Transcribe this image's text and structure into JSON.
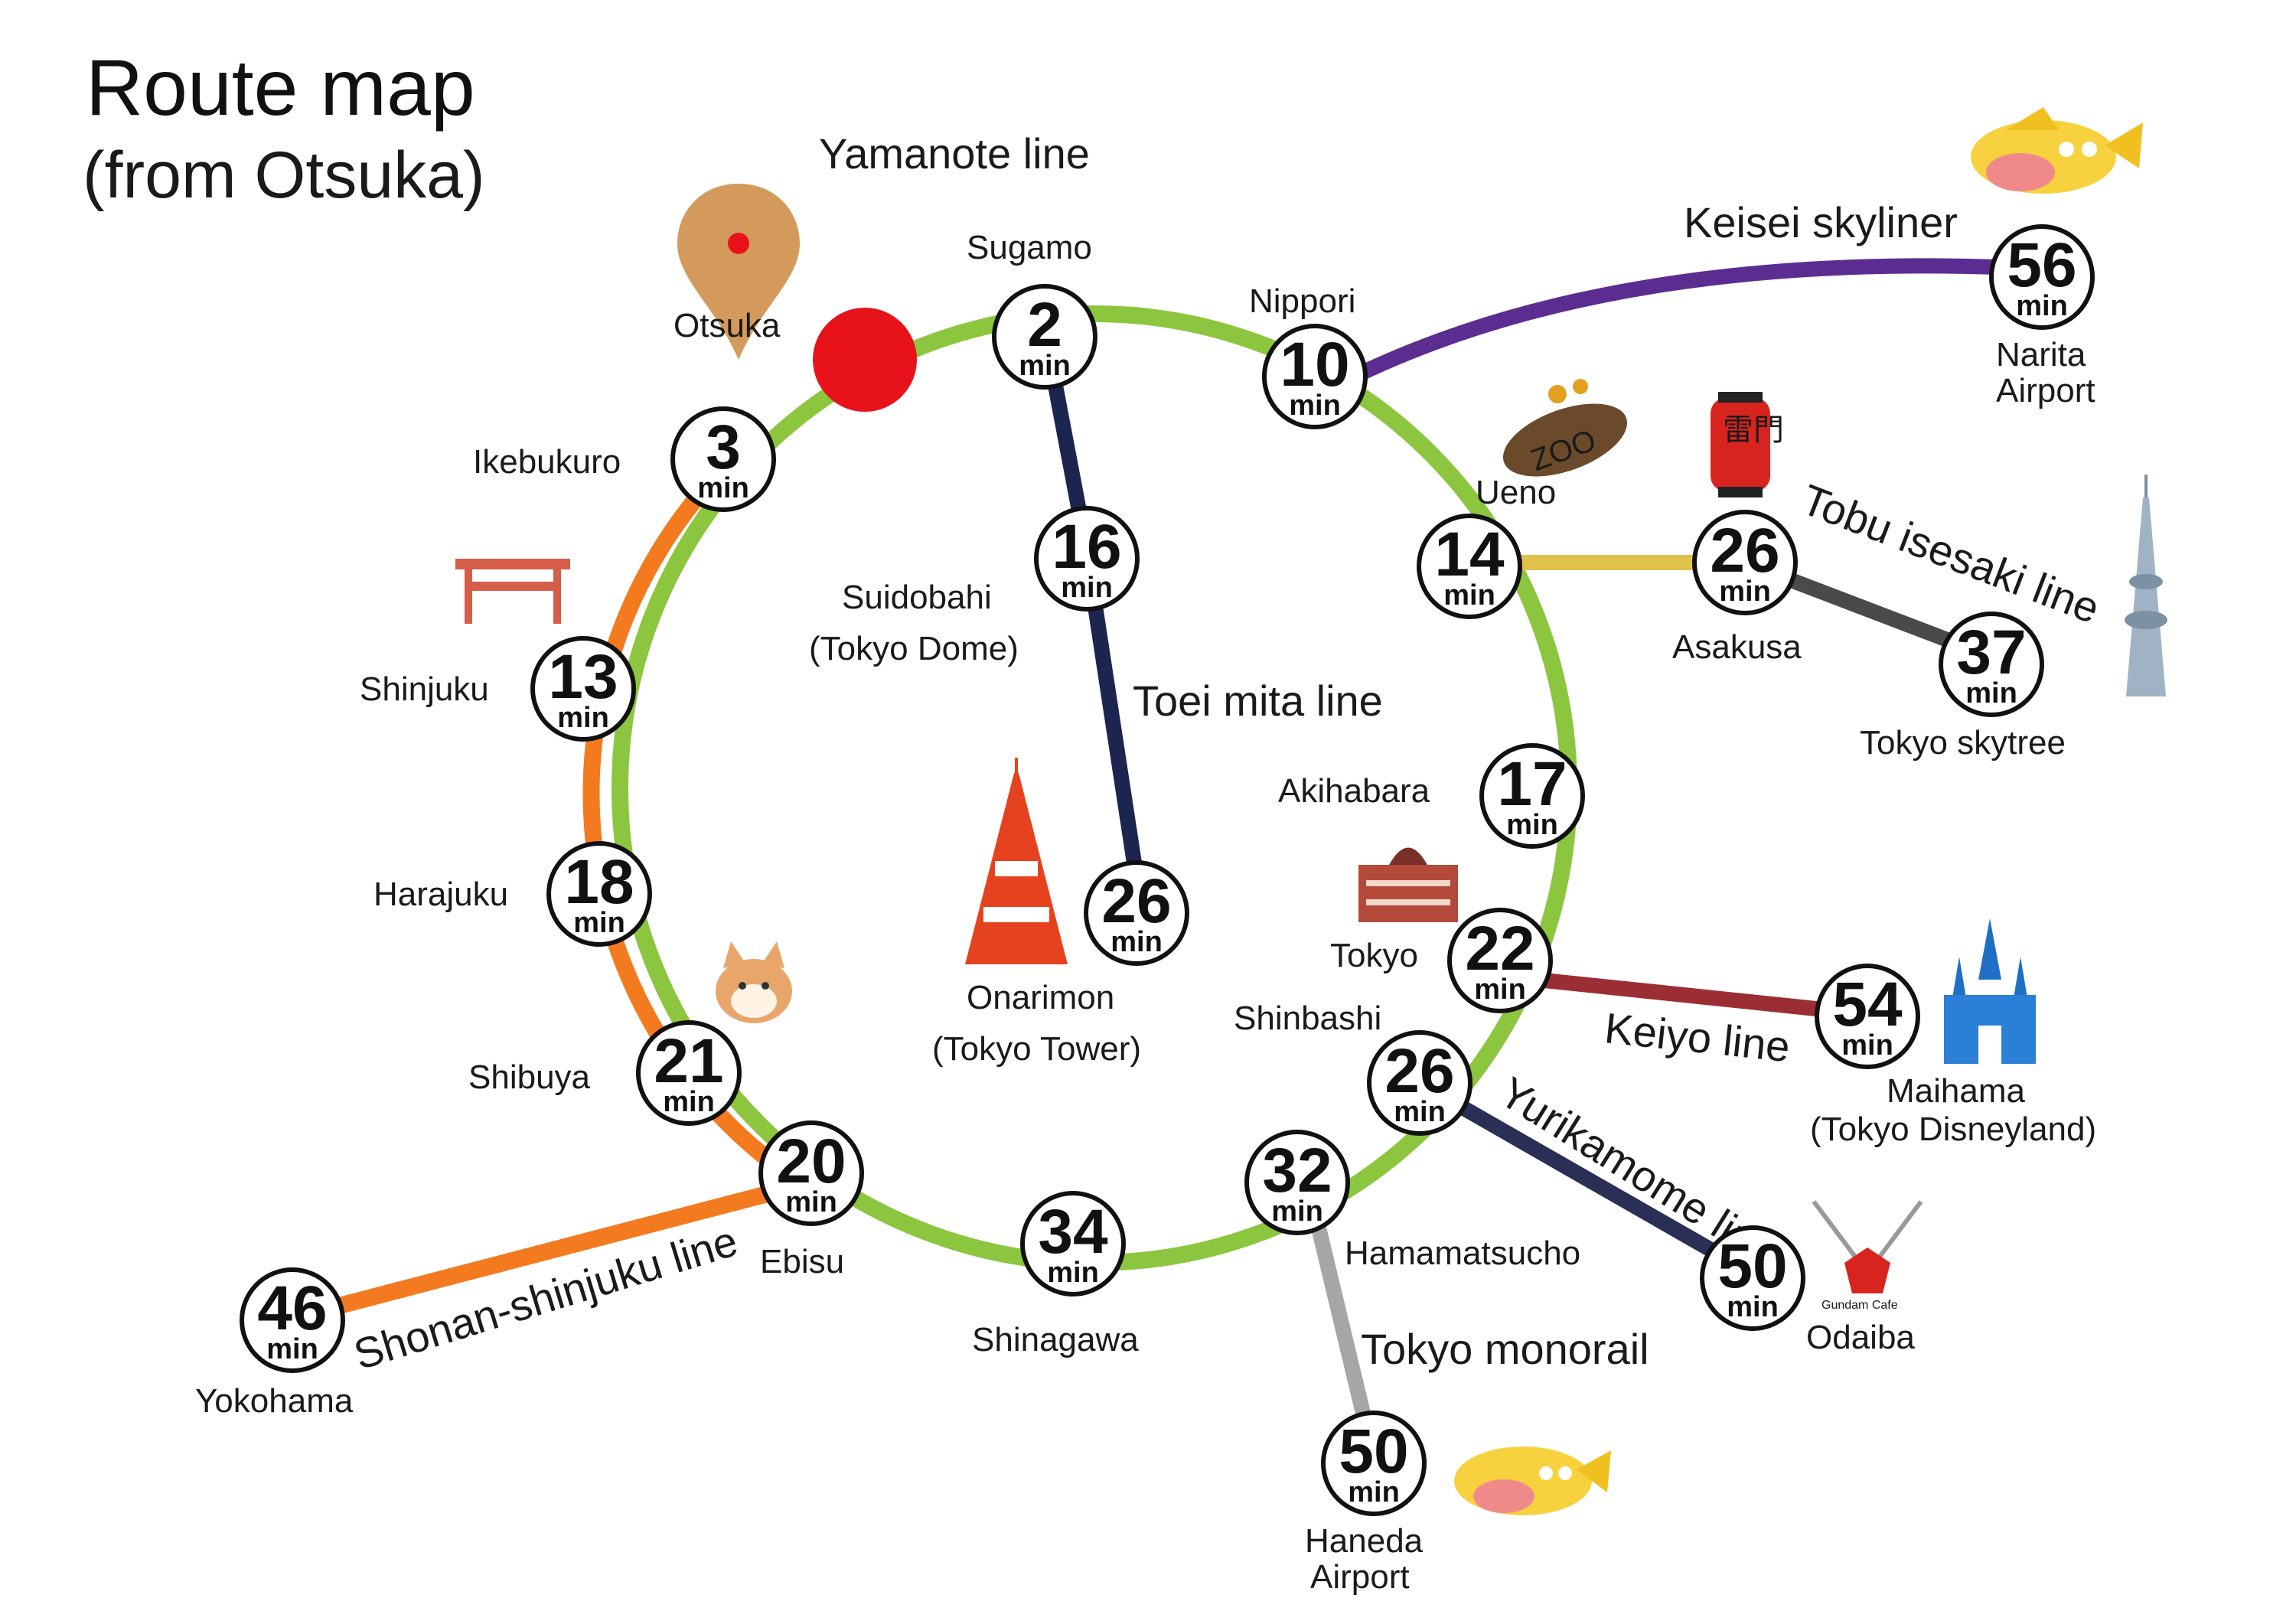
{
  "title": "Route map",
  "subtitle": "(from Otsuka)",
  "colors": {
    "yamanote": "#8cc63f",
    "shonan": "#f47a20",
    "mita": "#1c2450",
    "keisei": "#5c2d91",
    "ginza": "#e0c24a",
    "tobu": "#4a4a4a",
    "keiyo": "#9b2d35",
    "yurikamome": "#2a2f55",
    "monorail": "#a6a6a6",
    "accent_red": "#e8131a"
  },
  "lines": {
    "yamanote": "Yamanote line",
    "keisei": "Keisei skyliner",
    "tobu": "Tobu isesaki line",
    "mita": "Toei mita line",
    "keiyo": "Keiyo line",
    "yurikamome": "Yurikamome line",
    "shonan": "Shonan-shinjuku line",
    "monorail": "Tokyo monorail"
  },
  "origin": {
    "name": "Otsuka"
  },
  "unit": "min",
  "stations": [
    {
      "id": "sugamo",
      "name": "Sugamo",
      "minutes": "2"
    },
    {
      "id": "ikebukuro",
      "name": "Ikebukuro",
      "minutes": "3"
    },
    {
      "id": "nippori",
      "name": "Nippori",
      "minutes": "10"
    },
    {
      "id": "shinjuku",
      "name": "Shinjuku",
      "minutes": "13"
    },
    {
      "id": "ueno",
      "name": "Ueno",
      "minutes": "14"
    },
    {
      "id": "suidobashi",
      "name": "Suidobahi",
      "name2": "(Tokyo Dome)",
      "minutes": "16"
    },
    {
      "id": "akihabara",
      "name": "Akihabara",
      "minutes": "17"
    },
    {
      "id": "harajuku",
      "name": "Harajuku",
      "minutes": "18"
    },
    {
      "id": "ebisu",
      "name": "Ebisu",
      "minutes": "20"
    },
    {
      "id": "shibuya",
      "name": "Shibuya",
      "minutes": "21"
    },
    {
      "id": "tokyo",
      "name": "Tokyo",
      "minutes": "22"
    },
    {
      "id": "asakusa",
      "name": "Asakusa",
      "minutes": "26"
    },
    {
      "id": "onarimon",
      "name": "Onarimon",
      "name2": "(Tokyo Tower)",
      "minutes": "26"
    },
    {
      "id": "shinbashi",
      "name": "Shinbashi",
      "minutes": "26"
    },
    {
      "id": "hamamatsucho",
      "name": "Hamamatsucho",
      "minutes": "32"
    },
    {
      "id": "shinagawa",
      "name": "Shinagawa",
      "minutes": "34"
    },
    {
      "id": "skytree",
      "name": "Tokyo skytree",
      "minutes": "37"
    },
    {
      "id": "yokohama",
      "name": "Yokohama",
      "minutes": "46"
    },
    {
      "id": "odaiba",
      "name": "Odaiba",
      "minutes": "50"
    },
    {
      "id": "haneda",
      "name": "Haneda",
      "name2": "Airport",
      "minutes": "50"
    },
    {
      "id": "maihama",
      "name": "Maihama",
      "name2": "(Tokyo Disneyland)",
      "minutes": "54"
    },
    {
      "id": "narita",
      "name": "Narita",
      "name2": "Airport",
      "minutes": "56"
    }
  ],
  "icons": {
    "gate_sign": "雷門",
    "zoo_sign": "ZOO",
    "cafe_sign": "Gundam Cafe"
  }
}
